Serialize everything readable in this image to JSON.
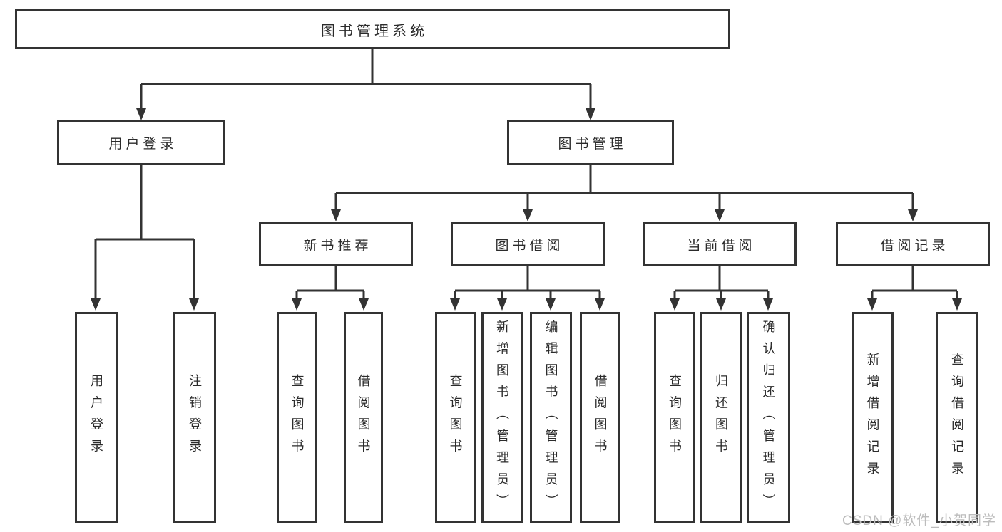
{
  "diagram_title": "图书管理系统",
  "tree": {
    "label": "图书管理系统",
    "children": [
      {
        "label": "用户登录",
        "children": [
          {
            "label": "用户登录"
          },
          {
            "label": "注销登录"
          }
        ]
      },
      {
        "label": "图书管理",
        "children": [
          {
            "label": "新书推荐",
            "children": [
              {
                "label": "查询图书"
              },
              {
                "label": "借阅图书"
              }
            ]
          },
          {
            "label": "图书借阅",
            "children": [
              {
                "label": "查询图书"
              },
              {
                "label": "新增图书（管理员）"
              },
              {
                "label": "编辑图书（管理员）"
              },
              {
                "label": "借阅图书"
              }
            ]
          },
          {
            "label": "当前借阅",
            "children": [
              {
                "label": "查询图书"
              },
              {
                "label": "归还图书"
              },
              {
                "label": "确认归还（管理员）"
              }
            ]
          },
          {
            "label": "借阅记录",
            "children": [
              {
                "label": "新增借阅记录"
              },
              {
                "label": "查询借阅记录"
              }
            ]
          }
        ]
      }
    ]
  },
  "watermark": {
    "text": "CSDN @软件_小贺同学"
  },
  "colors": {
    "line": "#333333",
    "text": "#2b2b2b",
    "watermark": "#bcbcbc",
    "background": "#ffffff"
  }
}
